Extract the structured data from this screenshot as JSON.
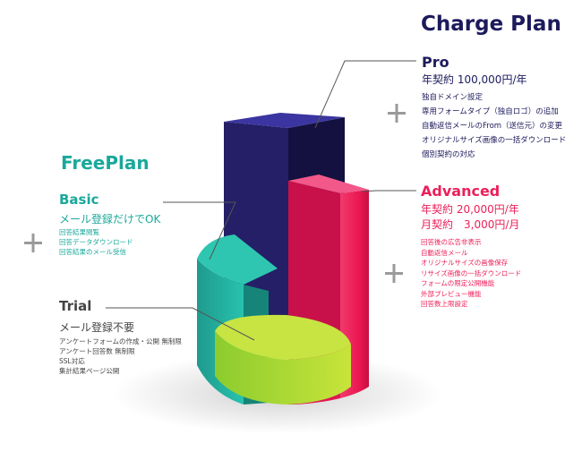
{
  "charge_plan": {
    "title": "Charge Plan",
    "pro": {
      "name": "Pro",
      "price": "年契約 100,000円/年",
      "features": [
        "独自ドメイン設定",
        "専用フォームタイプ（独自ロゴ）の追加",
        "自動返信メールのFrom（送信元）の変更",
        "オリジナルサイズ画像の一括ダウンロード",
        "個別契約の対応"
      ]
    },
    "advanced": {
      "name": "Advanced",
      "price_year": "年契約 20,000円/年",
      "price_month": "月契約　3,000円/月",
      "features": [
        "回答後の広告非表示",
        "自動返信メール",
        "オリジナルサイズの画像保存",
        "リサイズ画像の一括ダウンロード",
        "フォームの限定公開機能",
        "外部プレビュー機能",
        "回答数上限設定"
      ]
    }
  },
  "free_plan": {
    "title": "FreePlan",
    "basic": {
      "name": "Basic",
      "price": "メール登録だけでOK",
      "features": [
        "回答結果閲覧",
        "回答データダウンロード",
        "回答結果のメール受信"
      ]
    },
    "trial": {
      "name": "Trial",
      "price": "メール登録不要",
      "features": [
        "アンケートフォームの作成・公開 無制限",
        "アンケート回答数 無制限",
        "SSL対応",
        "集計結果ページ公開"
      ]
    }
  },
  "plus_symbol": "+",
  "colors": {
    "pro": "#1d1a5c",
    "advanced": "#ec1f5a",
    "basic": "#1aa89a",
    "trial": "#444444",
    "trial_slice": "#a4d63a"
  }
}
